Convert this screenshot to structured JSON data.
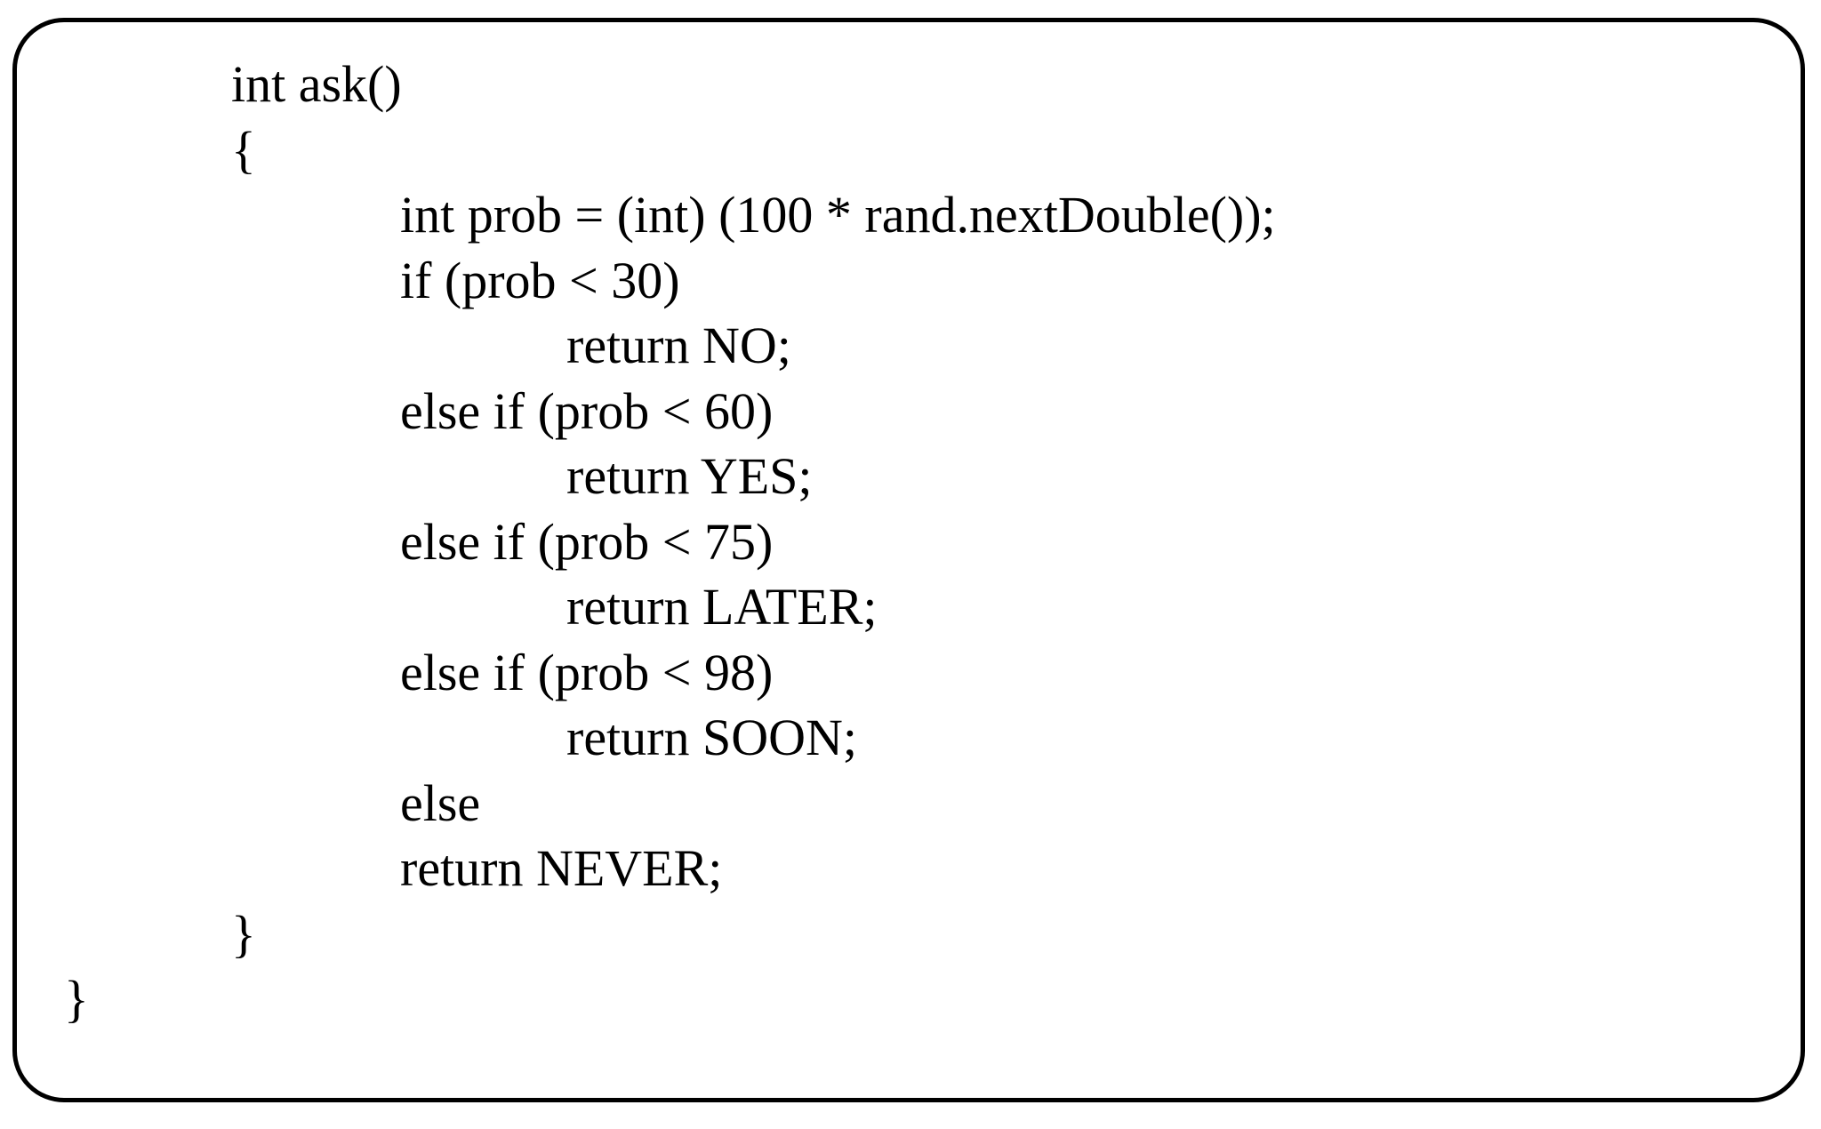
{
  "figure": {
    "background": "#ffffff",
    "ink_color": "#000000",
    "kind": "code-listing-figure"
  },
  "code": {
    "language": "java",
    "function_name": "ask",
    "lines": [
      {
        "indent": 1,
        "text": "int ask()"
      },
      {
        "indent": 1,
        "text": "{"
      },
      {
        "indent": 2,
        "text": "int prob = (int) (100 * rand.nextDouble());"
      },
      {
        "indent": 2,
        "text": "if (prob < 30)"
      },
      {
        "indent": 3,
        "text": "return NO;"
      },
      {
        "indent": 2,
        "text": "else if (prob < 60)"
      },
      {
        "indent": 3,
        "text": "return YES;"
      },
      {
        "indent": 2,
        "text": "else if (prob < 75)"
      },
      {
        "indent": 3,
        "text": "return LATER;"
      },
      {
        "indent": 2,
        "text": "else if (prob < 98)"
      },
      {
        "indent": 3,
        "text": "return SOON;"
      },
      {
        "indent": 2,
        "text": "else"
      },
      {
        "indent": 2,
        "text": "return NEVER;"
      },
      {
        "indent": 1,
        "text": "}"
      },
      {
        "indent": 0,
        "text": "}"
      }
    ]
  }
}
